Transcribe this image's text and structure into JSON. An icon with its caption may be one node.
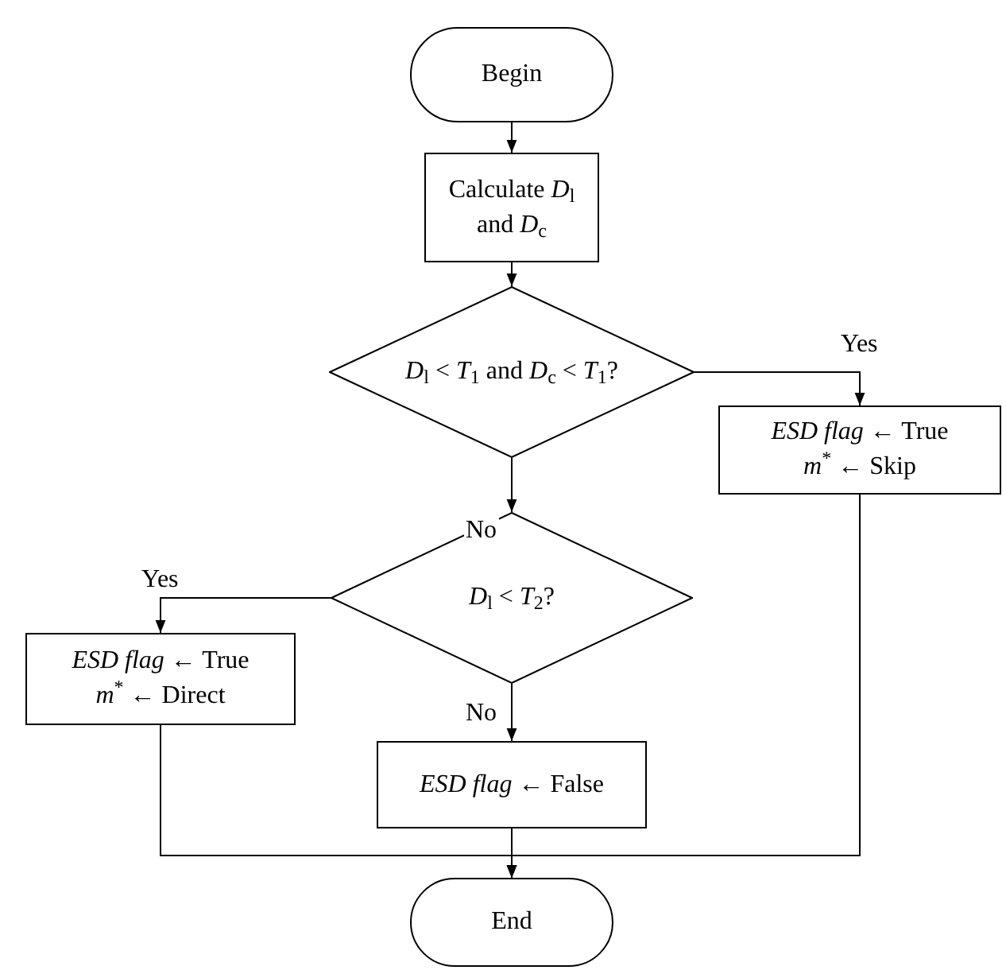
{
  "diagram": {
    "nodes": [
      {
        "text": [
          "Begin"
        ]
      },
      {
        "text": [
          "Calculate *D*$_{l}$ and *D*$_{c}$"
        ]
      },
      {
        "text": [
          "*D*$_{l}$ < *T*$_{1}$ and *D*$_{c}$ < *T*$_{1}$?"
        ]
      },
      {
        "text": [
          "*ESD flag* ← True",
          "*m*$^{*}$ ← Skip"
        ]
      },
      {
        "text": [
          "*D*$_{l}$ < *T*$_{2}$?"
        ]
      },
      {
        "text": [
          "*ESD flag* ← True",
          "*m*$^{*}$ ← Direct"
        ]
      },
      {
        "text": [
          "*ESD flag* ← False"
        ]
      },
      {
        "text": [
          "End"
        ]
      }
    ],
    "edges": [
      {
        "from": 0,
        "to": 1,
        "arrow": "to"
      },
      {
        "from": 1,
        "to": 2,
        "arrow": "to"
      },
      {
        "from": 2,
        "to": 3,
        "arrow": "to",
        "label": "Yes"
      },
      {
        "from": 2,
        "to": 4,
        "arrow": "to",
        "label": "No"
      },
      {
        "from": 4,
        "to": 5,
        "arrow": "to",
        "label": "Yes"
      },
      {
        "from": 4,
        "to": 6,
        "arrow": "to",
        "label": "No"
      },
      {
        "from": 5,
        "to": 7,
        "arrow": "to"
      },
      {
        "from": 6,
        "to": 7,
        "arrow": "to"
      },
      {
        "from": 3,
        "to": 7,
        "arrow": "to"
      }
    ]
  }
}
